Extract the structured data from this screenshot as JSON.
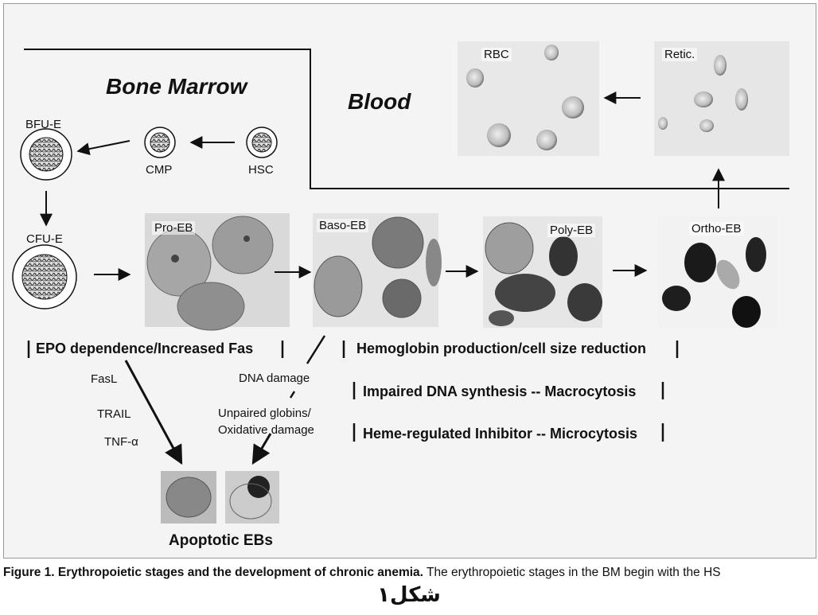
{
  "regions": {
    "bone_marrow": "Bone Marrow",
    "blood": "Blood"
  },
  "cells": {
    "hsc": "HSC",
    "cmp": "CMP",
    "bfu_e": "BFU-E",
    "cfu_e": "CFU-E"
  },
  "stages": {
    "pro_eb": "Pro-EB",
    "baso_eb": "Baso-EB",
    "poly_eb": "Poly-EB",
    "ortho_eb": "Ortho-EB",
    "retic": "Retic.",
    "rbc": "RBC"
  },
  "bars": {
    "epo": "EPO dependence/Increased Fas",
    "hemoglobin": "Hemoglobin production/cell size reduction",
    "dna_synthesis": "Impaired DNA synthesis -- Macrocytosis",
    "heme_inhibitor": "Heme-regulated Inhibitor -- Microcytosis"
  },
  "factors": {
    "fasl": "FasL",
    "trail": "TRAIL",
    "tnf": "TNF-α",
    "dna_damage": "DNA  damage",
    "unpaired_1": "Unpaired globins/",
    "unpaired_2": "Oxidative damage"
  },
  "apoptotic": "Apoptotic EBs",
  "caption": {
    "bold": "Figure 1. Erythropoietic stages and the development of chronic anemia.",
    "rest": " The erythropoietic stages in the BM begin with the HS"
  },
  "arabic_label": "شکل۱",
  "colors": {
    "line": "#111111",
    "panel": "#f4f4f4",
    "photo_bg": "#d9d9d9",
    "cell_dark": "#222222"
  }
}
